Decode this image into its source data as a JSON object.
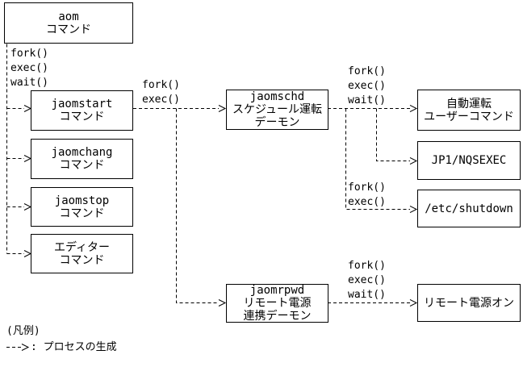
{
  "diagram": {
    "nodes": {
      "aom": {
        "lines": [
          "aom",
          "コマンド"
        ]
      },
      "jaomstart": {
        "lines": [
          "jaomstart",
          "コマンド"
        ]
      },
      "jaomchang": {
        "lines": [
          "jaomchang",
          "コマンド"
        ]
      },
      "jaomstop": {
        "lines": [
          "jaomstop",
          "コマンド"
        ]
      },
      "editor": {
        "lines": [
          "エディター",
          "コマンド"
        ]
      },
      "jaomschd": {
        "lines": [
          "jaomschd",
          "スケジュール運転",
          "デーモン"
        ]
      },
      "auto_user": {
        "lines": [
          "自動運転",
          "ユーザーコマンド"
        ]
      },
      "nqsexec": {
        "lines": [
          "JP1/NQSEXEC"
        ]
      },
      "shutdown": {
        "lines": [
          "/etc/shutdown"
        ]
      },
      "jaomrpwd": {
        "lines": [
          "jaomrpwd",
          "リモート電源",
          "連携デーモン"
        ]
      },
      "remote_on": {
        "lines": [
          "リモート電源オン"
        ]
      }
    },
    "calls": {
      "aom_to_commands": {
        "lines": [
          "fork()",
          "exec()",
          "wait()"
        ]
      },
      "start_to_schd": {
        "lines": [
          "fork()",
          "exec()"
        ]
      },
      "schd_to_user": {
        "lines": [
          "fork()",
          "exec()",
          "wait()"
        ]
      },
      "schd_to_shutdown": {
        "lines": [
          "fork()",
          "exec()"
        ]
      },
      "rpwd_to_remote": {
        "lines": [
          "fork()",
          "exec()",
          "wait()"
        ]
      }
    },
    "legend": {
      "heading": "(凡例)",
      "meaning": ": プロセスの生成"
    },
    "colors": {
      "line": "#000000",
      "text": "#000000",
      "background": "#ffffff"
    }
  }
}
